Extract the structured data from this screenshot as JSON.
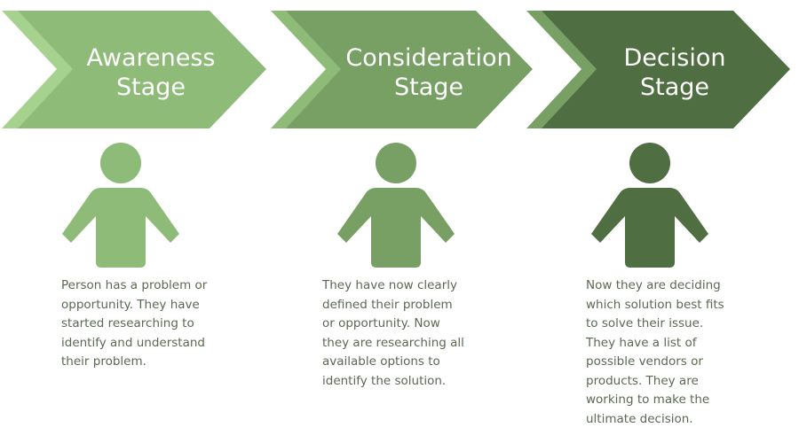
{
  "colors": {
    "stage1": "#8fbb79",
    "stage1_tail": "#a7d18f",
    "stage2": "#78a064",
    "stage2_tail": "#8fbb79",
    "stage3": "#4f6e42",
    "stage3_tail": "#78a064",
    "text": "#5a6a52"
  },
  "stages": [
    {
      "title": "Awareness Stage",
      "title_lines": [
        "Awareness",
        "Stage"
      ],
      "icon": "person-icon",
      "description_lines": [
        "Person has a problem or",
        "opportunity. They have",
        "started researching to",
        "identify and understand",
        "their problem."
      ]
    },
    {
      "title": "Consideration Stage",
      "title_lines": [
        "Consideration",
        "Stage"
      ],
      "icon": "person-icon",
      "description_lines": [
        "They have now clearly",
        "defined their problem",
        "or opportunity. Now",
        "they are researching all",
        "available options to",
        "identify the solution."
      ]
    },
    {
      "title": "Decision Stage",
      "title_lines": [
        "Decision",
        "Stage"
      ],
      "icon": "person-icon",
      "description_lines": [
        "Now they are deciding",
        "which solution best fits",
        "to solve their issue.",
        "They have a list of",
        "possible vendors or",
        "products. They are",
        "working  to make the",
        "ultimate decision."
      ]
    }
  ]
}
